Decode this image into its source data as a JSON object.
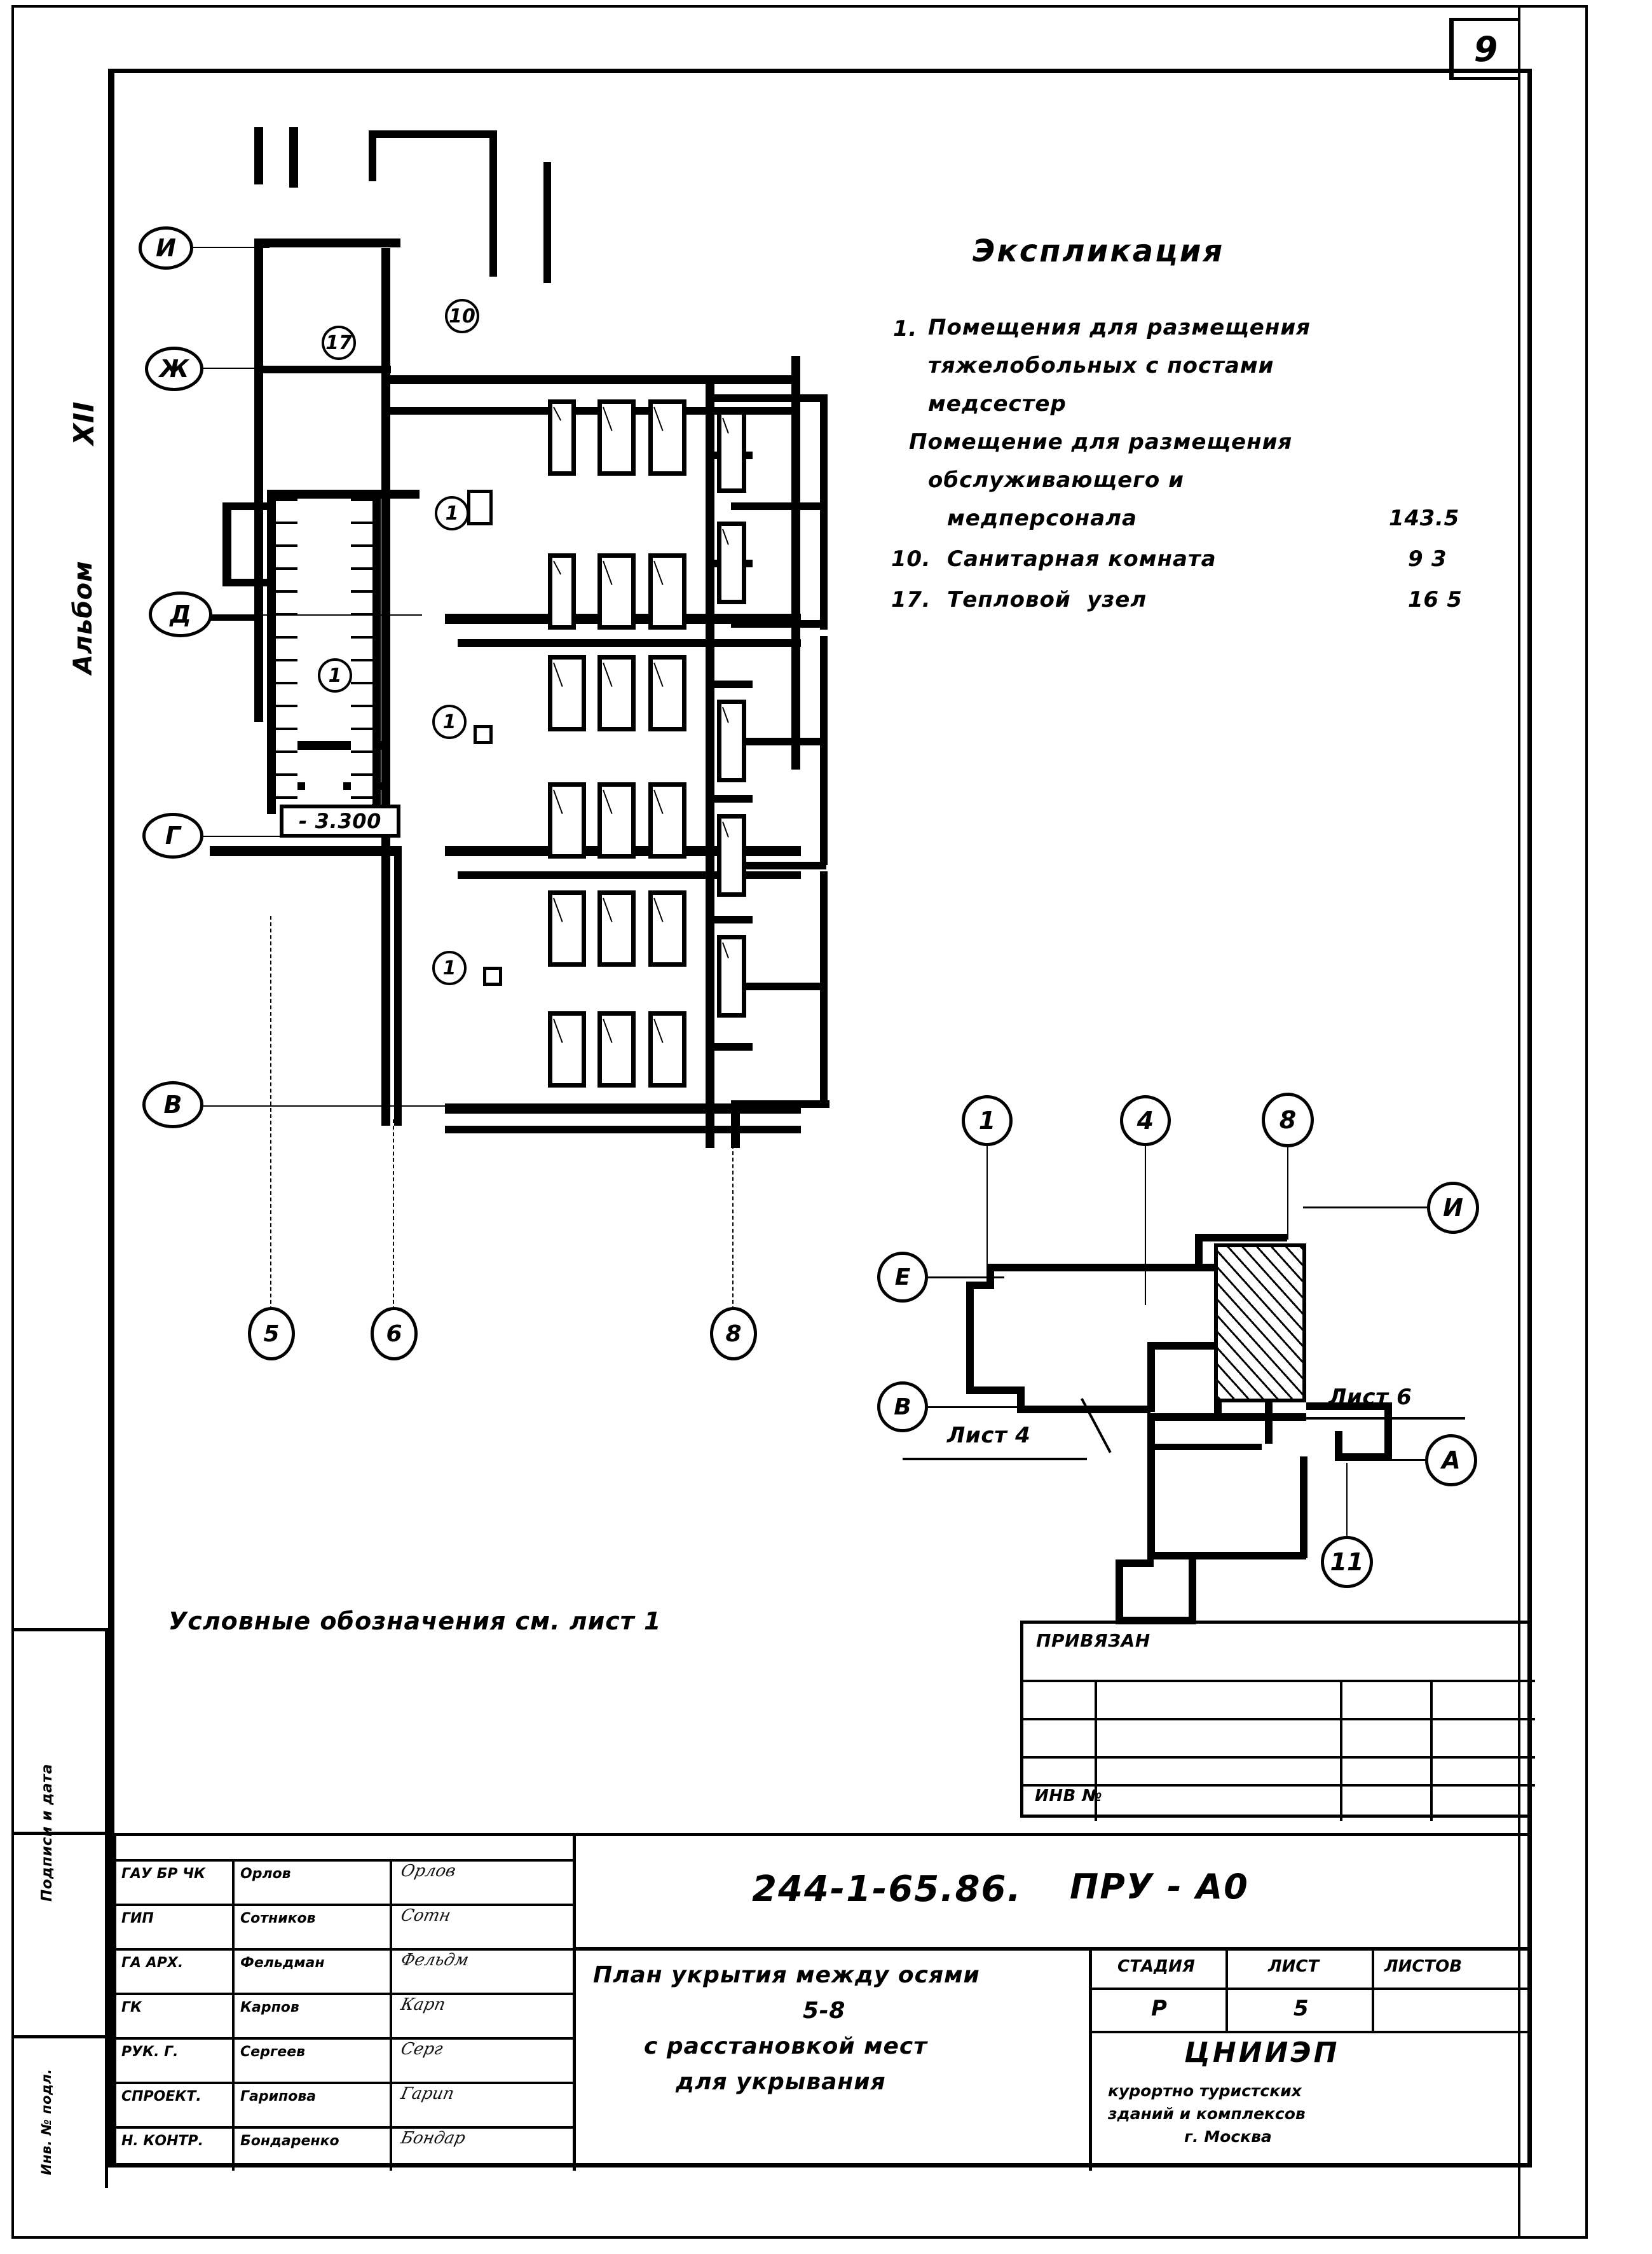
{
  "sheet": {
    "page_number": "9",
    "album_label": "Альбом",
    "album_number": "XII",
    "margin_vertical_label": "Подписи и дата",
    "margin_vertical_label2": "Инв. № подл."
  },
  "legend": {
    "title": "Экспликация",
    "rows": [
      {
        "num": "1.",
        "lines": [
          "Помещения для размещения",
          "тяжелобольных с постами",
          "медсестер",
          "Помещение для размещения",
          "обслуживающего и",
          "медперсонала"
        ],
        "area": "143.5"
      },
      {
        "num": "10.",
        "lines": [
          "Санитарная комната"
        ],
        "area": "9 3"
      },
      {
        "num": "17.",
        "lines": [
          "Тепловой  узел"
        ],
        "area": "16 5"
      }
    ]
  },
  "notes": {
    "symbols_note": "Условные обозначения см. лист 1"
  },
  "plan": {
    "elevation_mark": "- 3.300",
    "axis_letters_left": [
      "И",
      "Ж",
      "Д",
      "Г",
      "В"
    ],
    "axis_numbers_bottom": [
      "5",
      "6",
      "8"
    ],
    "room_tags": [
      "17",
      "10",
      "1",
      "1",
      "1",
      "1"
    ]
  },
  "keyplan": {
    "axis_top": [
      "1",
      "4",
      "8"
    ],
    "axis_left": [
      "Е",
      "В"
    ],
    "axis_right": [
      "И",
      "А"
    ],
    "axis_bottom": [
      "11"
    ],
    "sheet_ref_left": "Лист 4",
    "sheet_ref_right": "Лист 6"
  },
  "binding_table": {
    "header": "ПРИВЯЗАН",
    "inv_label": "ИНВ №"
  },
  "title_block": {
    "project_code": "244-1-65.86.",
    "mark": "ПРУ - А0",
    "drawing_title": [
      "План укрытия между осями",
      "5-8",
      "с расстановкой мест",
      "для укрывания"
    ],
    "stage_header": "СТАДИЯ",
    "sheet_header": "ЛИСТ",
    "sheets_header": "ЛИСТОВ",
    "stage_value": "Р",
    "sheet_value": "5",
    "sheets_value": "",
    "organization": "ЦНИИЭП",
    "organization_sub": [
      "курортно туристских",
      "зданий и комплексов",
      "г. Москва"
    ],
    "roles": [
      {
        "role": "ГАУ БР ЧК",
        "name": "Орлов",
        "sig": "Орлов"
      },
      {
        "role": "ГИП",
        "name": "Сотников",
        "sig": "Сотн"
      },
      {
        "role": "ГА АРХ.",
        "name": "Фельдман",
        "sig": "Фельдм"
      },
      {
        "role": "ГК",
        "name": "Карпов",
        "sig": "Карп"
      },
      {
        "role": "РУК. Г.",
        "name": "Сергеев",
        "sig": "Серг"
      },
      {
        "role": "СПРОЕКТ.",
        "name": "Гарипова",
        "sig": "Гарип"
      },
      {
        "role": "Н. КОНТР.",
        "name": "Бондаренко",
        "sig": "Бондар"
      }
    ]
  }
}
